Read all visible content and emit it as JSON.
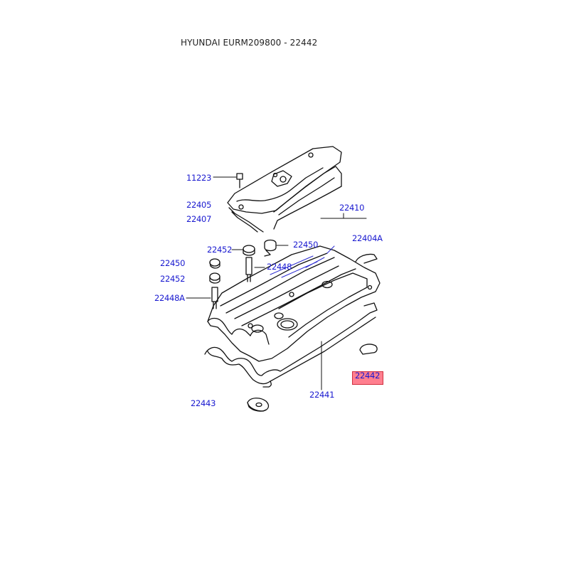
{
  "header": {
    "title": "HYUNDAI EURM209800 - 22442"
  },
  "highlight": {
    "part": "22442",
    "color": "#ff7f8f"
  },
  "parts": [
    {
      "id": "11223"
    },
    {
      "id": "22405"
    },
    {
      "id": "22407"
    },
    {
      "id": "22410"
    },
    {
      "id": "22404A"
    },
    {
      "id": "22450"
    },
    {
      "id": "22452"
    },
    {
      "id": "22448"
    },
    {
      "id": "22450"
    },
    {
      "id": "22452"
    },
    {
      "id": "22448A"
    },
    {
      "id": "22442"
    },
    {
      "id": "22441"
    },
    {
      "id": "22443"
    }
  ]
}
